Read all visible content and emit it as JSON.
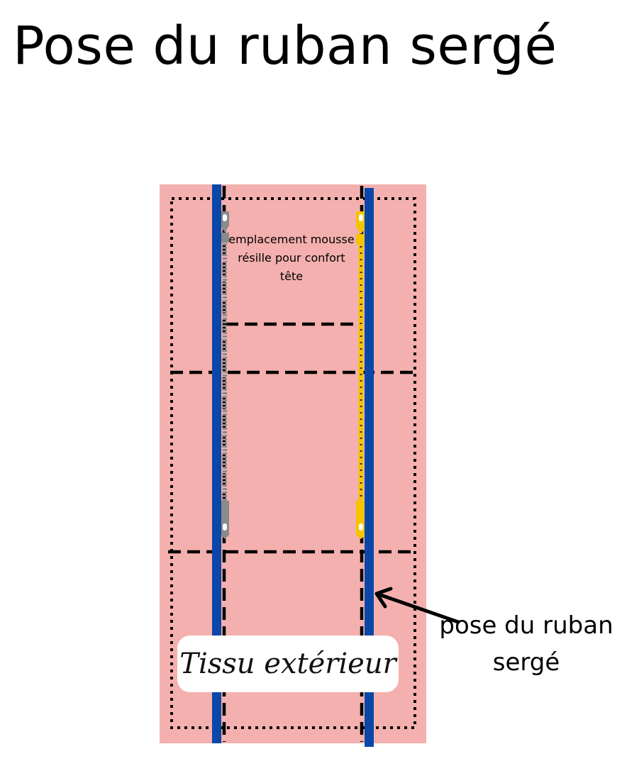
{
  "title": "Pose du ruban sergé",
  "diagram": {
    "foam_area_label": "emplacement mousse résille pour confort tête",
    "fabric_label": "Tissu extérieur",
    "callout_label": "pose du ruban sergé",
    "colors": {
      "fabric": "#f4b0ae",
      "twill_tape": "#0a47a8",
      "zipper_left": "#8a8a8a",
      "zipper_right": "#f5c400",
      "stitch_lines": "#000000"
    }
  }
}
